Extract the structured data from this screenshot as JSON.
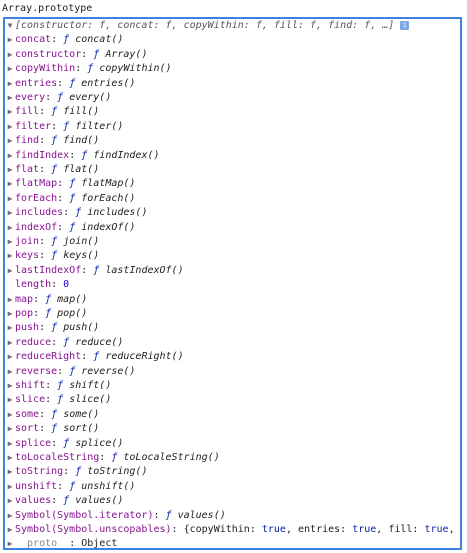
{
  "command": "Array.prototype",
  "header": "[constructor: f, concat: f, copyWithin: f, fill: f, find: f, …]",
  "info_icon_glyph": "i",
  "properties": [
    {
      "key": "concat",
      "fn": "concat()"
    },
    {
      "key": "constructor",
      "fn": "Array()"
    },
    {
      "key": "copyWithin",
      "fn": "copyWithin()"
    },
    {
      "key": "entries",
      "fn": "entries()"
    },
    {
      "key": "every",
      "fn": "every()"
    },
    {
      "key": "fill",
      "fn": "fill()"
    },
    {
      "key": "filter",
      "fn": "filter()"
    },
    {
      "key": "find",
      "fn": "find()"
    },
    {
      "key": "findIndex",
      "fn": "findIndex()"
    },
    {
      "key": "flat",
      "fn": "flat()"
    },
    {
      "key": "flatMap",
      "fn": "flatMap()"
    },
    {
      "key": "forEach",
      "fn": "forEach()"
    },
    {
      "key": "includes",
      "fn": "includes()"
    },
    {
      "key": "indexOf",
      "fn": "indexOf()"
    },
    {
      "key": "join",
      "fn": "join()"
    },
    {
      "key": "keys",
      "fn": "keys()"
    },
    {
      "key": "lastIndexOf",
      "fn": "lastIndexOf()"
    }
  ],
  "length_key": "length",
  "length_value": "0",
  "properties2": [
    {
      "key": "map",
      "fn": "map()"
    },
    {
      "key": "pop",
      "fn": "pop()"
    },
    {
      "key": "push",
      "fn": "push()"
    },
    {
      "key": "reduce",
      "fn": "reduce()"
    },
    {
      "key": "reduceRight",
      "fn": "reduceRight()"
    },
    {
      "key": "reverse",
      "fn": "reverse()"
    },
    {
      "key": "shift",
      "fn": "shift()"
    },
    {
      "key": "slice",
      "fn": "slice()"
    },
    {
      "key": "some",
      "fn": "some()"
    },
    {
      "key": "sort",
      "fn": "sort()"
    },
    {
      "key": "splice",
      "fn": "splice()"
    },
    {
      "key": "toLocaleString",
      "fn": "toLocaleString()"
    },
    {
      "key": "toString",
      "fn": "toString()"
    },
    {
      "key": "unshift",
      "fn": "unshift()"
    },
    {
      "key": "values",
      "fn": "values()"
    },
    {
      "key": "Symbol(Symbol.iterator)",
      "fn": "values()"
    }
  ],
  "f_glyph": "ƒ",
  "unscopables_key": "Symbol(Symbol.unscopables)",
  "unscopables_value": {
    "open": "{copyWithin: ",
    "v1": "true",
    "sep1": ", entries: ",
    "v2": "true",
    "sep2": ", fill: ",
    "v3": "true",
    "tail": ","
  },
  "proto_key": "__proto__",
  "proto_value": "Object"
}
